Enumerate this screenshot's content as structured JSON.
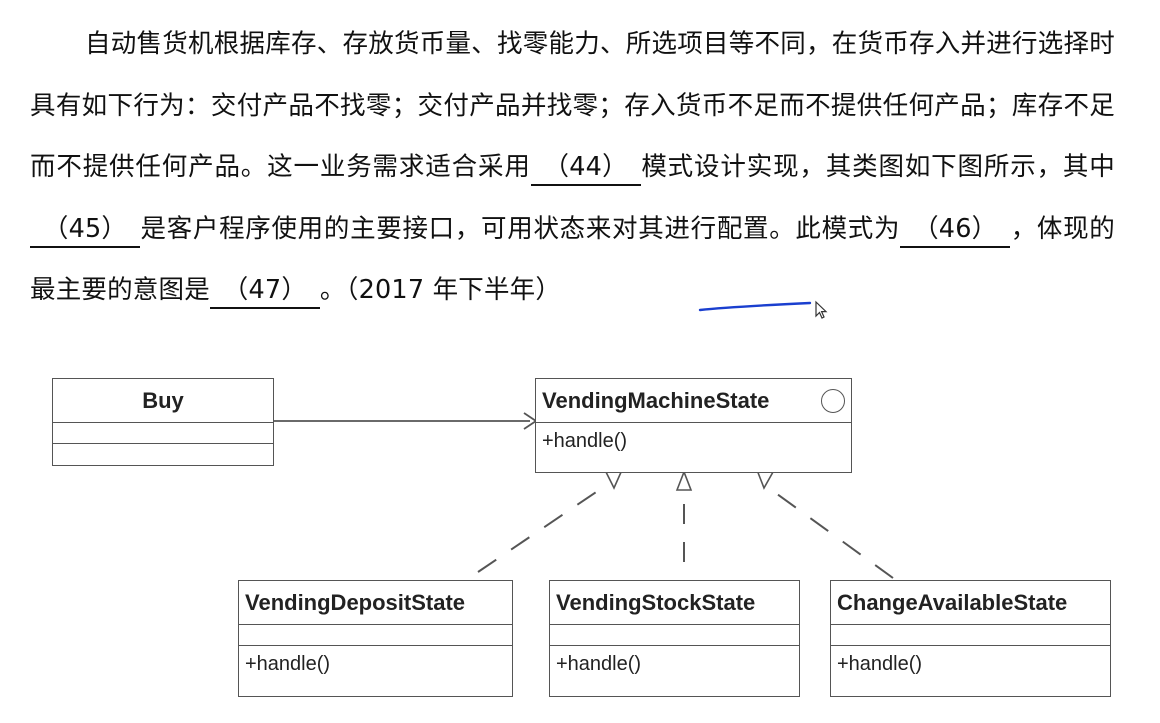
{
  "question": {
    "part1": "自动售货机根据库存、存放货币量、找零能力、所选项目等不同，在货币存入并进行选择时具有如下行为：交付产品不找零；交付产品并找零；存入货币不足而不提供任何产品；库存不足而不提供任何产品。这一业务需求适合采用",
    "blank44": "（44）",
    "part2": "模式设计实现，其类图如下图所示，其中",
    "blank45": "（45）",
    "part3": "是客户程序使用的主要接口，可用状态来对其进行配置。此模式为",
    "blank46": "（46）",
    "part4": "，体现的最主要的意图是",
    "blank47": "（47）",
    "part5": "。（",
    "year": "2017 年下半年",
    "part6": "）"
  },
  "diagram": {
    "classes": {
      "buy": {
        "name": "Buy",
        "operations": ""
      },
      "vending_machine_state": {
        "name": "VendingMachineState",
        "operations": "+handle()"
      },
      "vending_deposit_state": {
        "name": "VendingDepositState",
        "operations": "+handle()"
      },
      "vending_stock_state": {
        "name": "VendingStockState",
        "operations": "+handle()"
      },
      "change_available_state": {
        "name": "ChangeAvailableState",
        "operations": "+handle()"
      }
    },
    "relations": [
      {
        "from": "Buy",
        "to": "VendingMachineState",
        "kind": "association"
      },
      {
        "from": "VendingDepositState",
        "to": "VendingMachineState",
        "kind": "realization"
      },
      {
        "from": "VendingStockState",
        "to": "VendingMachineState",
        "kind": "realization"
      },
      {
        "from": "ChangeAvailableState",
        "to": "VendingMachineState",
        "kind": "realization"
      }
    ]
  },
  "colors": {
    "line": "#555555",
    "annotation": "#1a3fcf"
  }
}
